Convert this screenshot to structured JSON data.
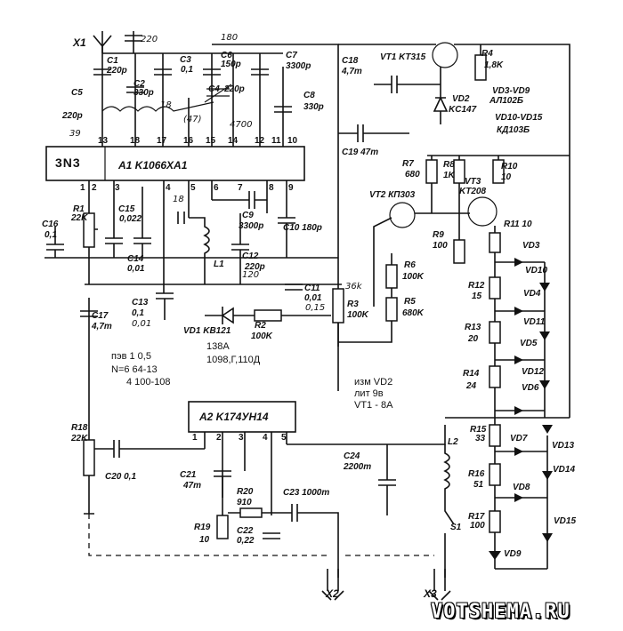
{
  "labels": {
    "X1": "X1",
    "X2": "X2",
    "X3": "X3",
    "C1": "C1",
    "C1_val": "220p",
    "C2": "C2",
    "C2_val": "330p",
    "C3": "C3",
    "C3_val": "0,1",
    "C4": "C4",
    "C4_val": "220p",
    "C5": "C5",
    "C5_val": "220p",
    "C6": "C6",
    "C6_val": "150p",
    "C7": "C7",
    "C7_val": "3300p",
    "C8": "C8",
    "C8_val": "330p",
    "C9": "C9",
    "C9_val": "3300p",
    "C10": "C10 180p",
    "C11": "C11",
    "C11_val": "0,01",
    "C12": "C12",
    "C12_val": "220p",
    "C13": "C13",
    "C13_val": "0,1",
    "C14": "C14",
    "C14_val": "0,01",
    "C15": "C15",
    "C15_val": "0,022",
    "C16": "C16",
    "C16_val": "0,1",
    "C17": "C17",
    "C17_val": "4,7m",
    "C18": "C18",
    "C18_val": "4,7m",
    "C19": "C19 47m",
    "C20": "C20 0,1",
    "C21": "C21",
    "C21_val": "47m",
    "C22": "C22",
    "C22_val": "0,22",
    "C23": "C23 1000m",
    "C24": "C24",
    "C24_val": "2200m",
    "R1": "R1",
    "R1_val": "22K",
    "R2": "R2",
    "R2_val": "100K",
    "R3": "R3",
    "R3_val": "100K",
    "R4": "R4",
    "R4_val": "1,8K",
    "R5": "R5",
    "R5_val": "680K",
    "R6": "R6",
    "R6_val": "100K",
    "R7": "R7",
    "R7_val": "680",
    "R8": "R8",
    "R8_val": "1K",
    "R9": "R9",
    "R9_val": "100",
    "R10": "R10",
    "R10_val": "10",
    "R11": "R11 10",
    "R12": "R12",
    "R12_val": "15",
    "R13": "R13",
    "R13_val": "20",
    "R14": "R14",
    "R14_val": "24",
    "R15": "R15",
    "R15_val": "33",
    "R16": "R16",
    "R16_val": "51",
    "R17": "R17",
    "R17_val": "100",
    "R18": "R18",
    "R18_val": "22K",
    "R19": "R19",
    "R19_val": "10",
    "R20": "R20",
    "R20_val": "910",
    "L1": "L1",
    "L2": "L2",
    "S1": "S1",
    "VT1": "VT1 KT315",
    "VT2": "VT2 КП303",
    "VT3": "VT3",
    "VT3_val": "KT208",
    "VD1": "VD1 KB121",
    "VD2": "VD2",
    "VD2_val": "KC147",
    "VD3_9": "VD3-VD9",
    "VD3_9_val": "АЛ102Б",
    "VD10_15": "VD10-VD15",
    "VD10_15_val": "КД103Б",
    "VD3": "VD3",
    "VD4": "VD4",
    "VD5": "VD5",
    "VD6": "VD6",
    "VD7": "VD7",
    "VD8": "VD8",
    "VD9": "VD9",
    "VD10": "VD10",
    "VD11": "VD11",
    "VD12": "VD12",
    "VD13": "VD13",
    "VD14": "VD14",
    "VD15": "VD15",
    "A1": "A1 K1066XA1",
    "A2": "A2 K174УН14",
    "block_3N3": "3N3"
  },
  "pins_top": [
    "13",
    "18",
    "17",
    "16",
    "15",
    "14",
    "12",
    "11",
    "10"
  ],
  "pins_bottom": [
    "1",
    "2",
    "3",
    "4",
    "5",
    "6",
    "7",
    "8",
    "9"
  ],
  "pins_a2": [
    "1",
    "2",
    "3",
    "4",
    "5"
  ],
  "hand_notes": {
    "v180": "180",
    "v220": "220",
    "v33k": "36k",
    "v138a": "138A",
    "v1098": "1098,Г,110Д",
    "v4700p": "4700",
    "v120": "120",
    "v015": "0,15",
    "v001": "0,01",
    "pev": "пэв 1 0,5",
    "nturns": "N=6 64-13",
    "n4100": "4 100-108",
    "izm": "изм VD2",
    "lit": "лит 9в",
    "vt1_8a": "VT1 - 8A",
    "n39": "39",
    "n18": "18",
    "n47": "(47)",
    "n18b": "18"
  },
  "watermark": "VOTSHEMA.RU"
}
